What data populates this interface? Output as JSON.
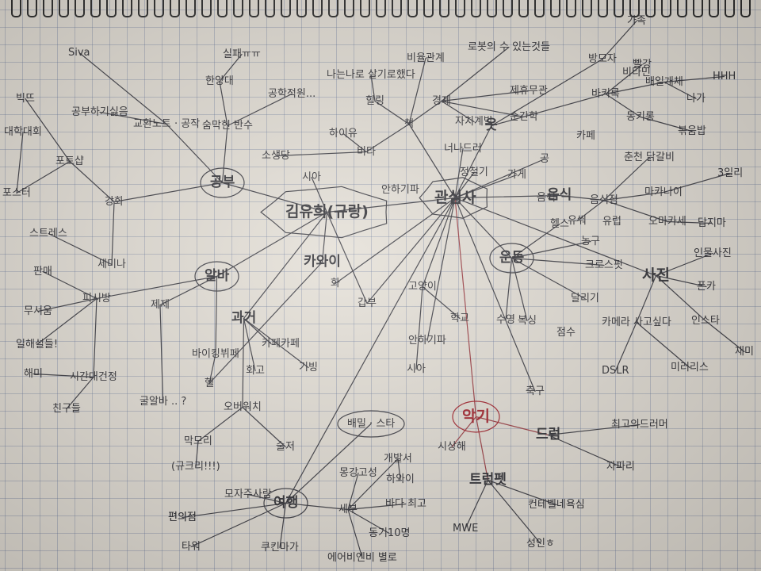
{
  "nodes": [
    {
      "id": "center",
      "text": "김유희(규랑)"
    },
    {
      "id": "kawai",
      "text": "카와이"
    },
    {
      "id": "interest",
      "text": "관심사"
    },
    {
      "id": "study",
      "text": "공부"
    },
    {
      "id": "albam",
      "text": "알바"
    },
    {
      "id": "past",
      "text": "과거"
    },
    {
      "id": "music",
      "text": "악기"
    },
    {
      "id": "exercise",
      "text": "운동"
    },
    {
      "id": "photo",
      "text": "사진"
    },
    {
      "id": "food",
      "text": "음식"
    },
    {
      "id": "clothes",
      "text": "옷"
    },
    {
      "id": "travel",
      "text": "여행"
    },
    {
      "id": "drum",
      "text": "드럼"
    },
    {
      "id": "trumpet",
      "text": "트럼펫"
    },
    {
      "id": "sciencenote",
      "text": "교환노트 · 공작"
    },
    {
      "id": "gangmyung",
      "text": "강화"
    },
    {
      "id": "cafe1",
      "text": "카페"
    },
    {
      "id": "cafe2",
      "text": "카페"
    },
    {
      "id": "siva",
      "text": "Siva"
    },
    {
      "id": "sihwa",
      "text": "실패ㅠㅠ"
    },
    {
      "id": "hanamdae",
      "text": "한양대"
    },
    {
      "id": "jungmak",
      "text": "숨막힌 반수"
    },
    {
      "id": "gonghun",
      "text": "공학적원..."
    },
    {
      "id": "gongbu2",
      "text": "공부하기싫음"
    },
    {
      "id": "bithe",
      "text": "빅뜨"
    },
    {
      "id": "poto",
      "text": "포토샵"
    },
    {
      "id": "poster",
      "text": "포스터"
    },
    {
      "id": "dangjeon",
      "text": "대학대회"
    },
    {
      "id": "stress",
      "text": "스트레스"
    },
    {
      "id": "panmae",
      "text": "판매"
    },
    {
      "id": "semina",
      "text": "세미나"
    },
    {
      "id": "pcbang",
      "text": "피시방"
    },
    {
      "id": "jesae",
      "text": "제제"
    },
    {
      "id": "munae",
      "text": "무서움"
    },
    {
      "id": "weirdo",
      "text": "일해설들!"
    },
    {
      "id": "haemi",
      "text": "해미"
    },
    {
      "id": "chingu",
      "text": "친구들"
    },
    {
      "id": "pyeonui",
      "text": "편의점"
    },
    {
      "id": "sosaeng",
      "text": "시간대건정"
    },
    {
      "id": "gulmak",
      "text": "굴알바 .. ?"
    },
    {
      "id": "buffet",
      "text": "바이킹뷔페"
    },
    {
      "id": "hel",
      "text": "헬"
    },
    {
      "id": "hoego",
      "text": "회고"
    },
    {
      "id": "giving",
      "text": "기빙"
    },
    {
      "id": "waechi",
      "text": "오버워치"
    },
    {
      "id": "mamori",
      "text": "막모리"
    },
    {
      "id": "kyukyu",
      "text": "(규크리!!!)"
    },
    {
      "id": "soljeo",
      "text": "술저"
    },
    {
      "id": "pyeon2",
      "text": "편의점"
    },
    {
      "id": "taewi",
      "text": "타워"
    },
    {
      "id": "kukdo",
      "text": "쿠킨마가"
    },
    {
      "id": "modu",
      "text": "모자주사람"
    },
    {
      "id": "baemil",
      "text": "배밀 · 스타"
    },
    {
      "id": "jeju",
      "text": "세부"
    },
    {
      "id": "bada",
      "text": "바다 최고"
    },
    {
      "id": "donggi",
      "text": "동기10명"
    },
    {
      "id": "mwe",
      "text": "MWE"
    },
    {
      "id": "aerobic",
      "text": "에어비엔비 별로"
    },
    {
      "id": "ongang",
      "text": "몽강고성"
    },
    {
      "id": "gaebal",
      "text": "개발서"
    },
    {
      "id": "hagowi",
      "text": "하와이"
    },
    {
      "id": "sisang",
      "text": "시상해"
    },
    {
      "id": "contest",
      "text": "컨테벨네욕심"
    },
    {
      "id": "seongin",
      "text": "성인ㅎ"
    },
    {
      "id": "choego",
      "text": "최고의드러머"
    },
    {
      "id": "japari",
      "text": "자파리"
    },
    {
      "id": "chukgu",
      "text": "축구"
    },
    {
      "id": "boksing",
      "text": "복싱"
    },
    {
      "id": "soyeong",
      "text": "수영"
    },
    {
      "id": "dalligi",
      "text": "달리기"
    },
    {
      "id": "nonggu",
      "text": "농구"
    },
    {
      "id": "helth",
      "text": "헬스"
    },
    {
      "id": "crossfit",
      "text": "크로스핏"
    },
    {
      "id": "camera",
      "text": "카메라 사고싶다"
    },
    {
      "id": "dslr",
      "text": "DSLR"
    },
    {
      "id": "mirrorless",
      "text": "미러리스"
    },
    {
      "id": "insta",
      "text": "인스타"
    },
    {
      "id": "jaemi",
      "text": "재미"
    },
    {
      "id": "ponka",
      "text": "폰카"
    },
    {
      "id": "anmo",
      "text": "인물사진"
    },
    {
      "id": "yuseok",
      "text": "유럽"
    },
    {
      "id": "gojo",
      "text": "고양이"
    },
    {
      "id": "gasip",
      "text": "갑부"
    },
    {
      "id": "anhiga",
      "text": "안하기파"
    },
    {
      "id": "sia",
      "text": "시아"
    },
    {
      "id": "sia2",
      "text": "시아"
    },
    {
      "id": "anhiga2",
      "text": "안하기파"
    },
    {
      "id": "hwa",
      "text": "화"
    },
    {
      "id": "hakgyo",
      "text": "학교"
    },
    {
      "id": "cafeA",
      "text": "카페"
    },
    {
      "id": "eumsik2",
      "text": "음식점"
    },
    {
      "id": "dakgalbi",
      "text": "춘천 닭갈비"
    },
    {
      "id": "makanai",
      "text": "마카나이"
    },
    {
      "id": "threeday",
      "text": "3일리"
    },
    {
      "id": "omakase",
      "text": "오마카세"
    },
    {
      "id": "dubbing",
      "text": "답지마"
    },
    {
      "id": "yusoo",
      "text": "유쒀"
    },
    {
      "id": "bikeb",
      "text": "바키록"
    },
    {
      "id": "dongkisong",
      "text": "동키롱"
    },
    {
      "id": "bokum",
      "text": "볶음밥"
    },
    {
      "id": "gajok",
      "text": "가족"
    },
    {
      "id": "balgang",
      "text": "빨강"
    },
    {
      "id": "bitam",
      "text": "비타민"
    },
    {
      "id": "baeill",
      "text": "배일개체"
    },
    {
      "id": "habbie",
      "text": "HHH"
    },
    {
      "id": "naga",
      "text": "나가"
    },
    {
      "id": "bang",
      "text": "방모자"
    },
    {
      "id": "chaek",
      "text": "책"
    },
    {
      "id": "bita",
      "text": "비타"
    },
    {
      "id": "gyeongje",
      "text": "경제"
    },
    {
      "id": "jehyu",
      "text": "제휴무관"
    },
    {
      "id": "sungan",
      "text": "순간학"
    },
    {
      "id": "jachi",
      "text": "자치계발"
    },
    {
      "id": "nuhui",
      "text": "너나드러"
    },
    {
      "id": "rongeo",
      "text": "로봇의 수 있는것들"
    },
    {
      "id": "biyul",
      "text": "비율관계"
    },
    {
      "id": "hiling",
      "text": "힐링"
    },
    {
      "id": "naneun",
      "text": "나는나로 살기로했다"
    },
    {
      "id": "haeyu",
      "text": "하이유"
    },
    {
      "id": "sosaenggang",
      "text": "소생당"
    },
    {
      "id": "jeongcheolgi",
      "text": "정철기"
    },
    {
      "id": "eumsik",
      "text": "음식"
    },
    {
      "id": "gong",
      "text": "공"
    },
    {
      "id": "gage",
      "text": "가게"
    },
    {
      "id": "jumsu",
      "text": "점수"
    }
  ]
}
